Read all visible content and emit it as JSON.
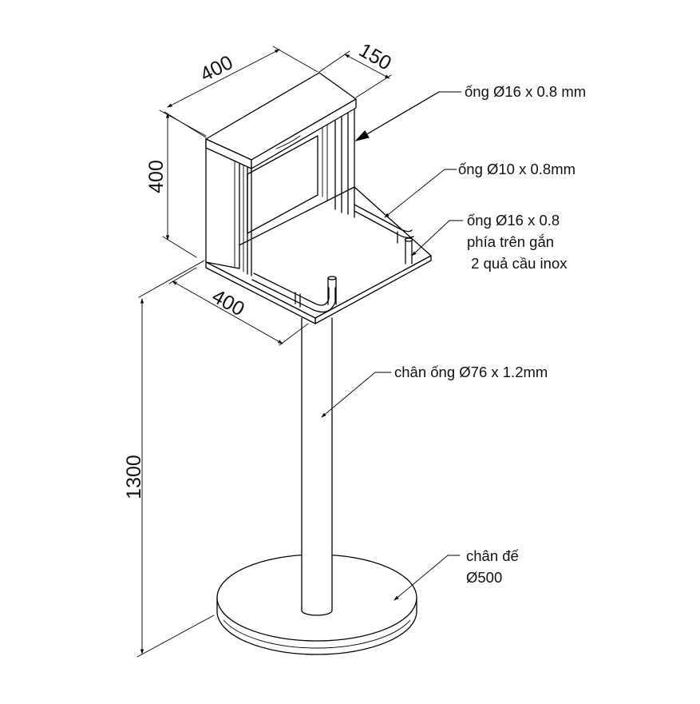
{
  "dimensions": {
    "top_width": "400",
    "top_depth": "150",
    "box_height": "400",
    "tray_width": "400",
    "total_height": "1300"
  },
  "callouts": {
    "tube_upper": "ống Ø16 x 0.8 mm",
    "tube_rail": "ống Ø10 x 0.8mm",
    "tube_post_line1": "ống Ø16 x 0.8",
    "tube_post_line2": "phía trên gắn",
    "tube_post_line3": " 2 quả cầu inox",
    "leg": "chân ống Ø76 x 1.2mm",
    "base_line1": "chân đế",
    "base_line2": "Ø500"
  }
}
